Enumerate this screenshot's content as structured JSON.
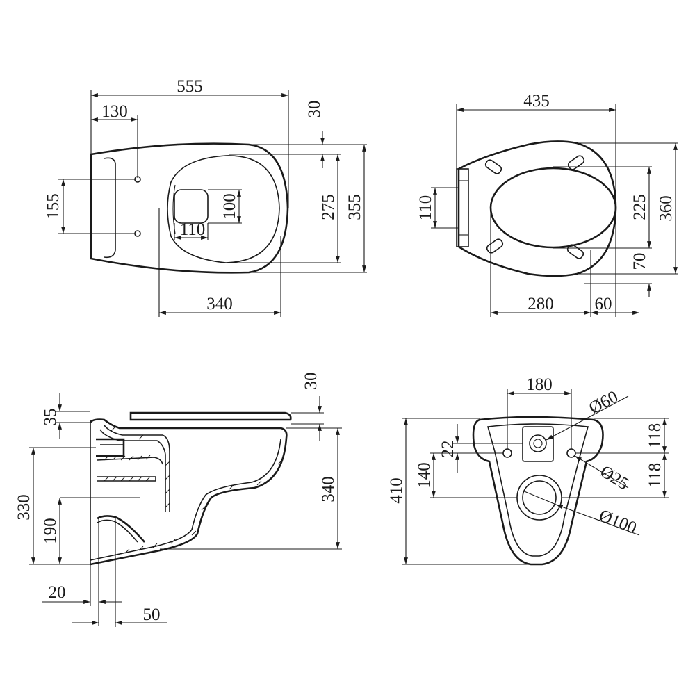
{
  "views": {
    "top": {
      "total_length": "555",
      "bolt_offset": "130",
      "rim_offset": "30",
      "bolt_spacing": "155",
      "waste_height": "100",
      "waste_width": "110",
      "inner_width": "275",
      "total_width": "355",
      "bowl_length": "340"
    },
    "seat": {
      "total_length": "435",
      "hinge_spacing": "110",
      "inner_width": "225",
      "total_width": "360",
      "pad_offset": "70",
      "inner_length": "280",
      "front_offset": "60"
    },
    "side": {
      "seat_thickness": "30",
      "rim_height": "35",
      "total_height": "340",
      "mount_height": "330",
      "outlet_height": "190",
      "wall_gap": "20",
      "outlet_depth": "50"
    },
    "rear": {
      "bolt_spacing": "180",
      "inlet_diameter": "Ø60",
      "bolt_diameter": "Ø25",
      "outlet_diameter": "Ø100",
      "inlet_offset": "22",
      "outlet_offset": "140",
      "total_height": "410",
      "upper_height": "118",
      "lower_height": "118"
    }
  }
}
